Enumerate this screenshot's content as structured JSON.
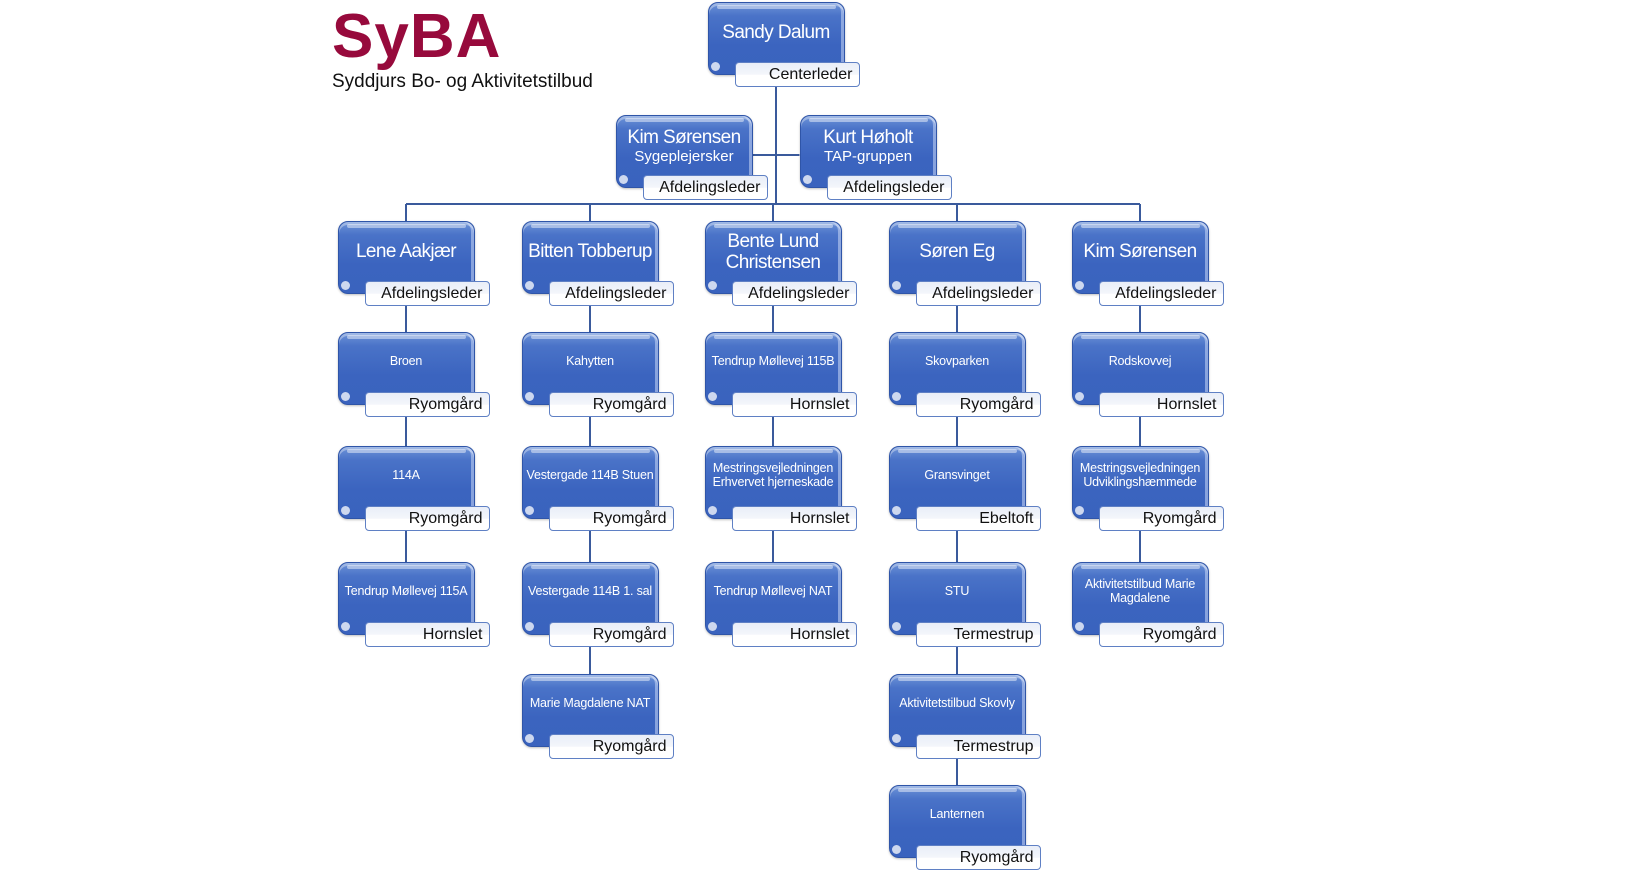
{
  "brand": {
    "title": "SyBA",
    "subtitle": "Syddjurs Bo- og Aktivitetstilbud",
    "color": "#970a3c"
  },
  "colors": {
    "node_fill": "#3b64bf",
    "connector": "#3a5a9c",
    "label_border": "#5f80c4"
  },
  "org": {
    "root": {
      "name": "Sandy Dalum",
      "role": "Centerleder"
    },
    "staff": [
      {
        "name": "Kim Sørensen",
        "sub": "Sygeplejersker",
        "role": "Afdelingsleder"
      },
      {
        "name": "Kurt Høholt",
        "sub": "TAP-gruppen",
        "role": "Afdelingsleder"
      }
    ],
    "departments": [
      {
        "name": "Lene Aakjær",
        "role": "Afdelingsleder",
        "units": [
          {
            "name": "Broen",
            "location": "Ryomgård"
          },
          {
            "name": "114A",
            "location": "Ryomgård"
          },
          {
            "name": "Tendrup Møllevej 115A",
            "location": "Hornslet"
          }
        ]
      },
      {
        "name": "Bitten Tobberup",
        "role": "Afdelingsleder",
        "units": [
          {
            "name": "Kahytten",
            "location": "Ryomgård"
          },
          {
            "name": "Vestergade 114B Stuen",
            "location": "Ryomgård"
          },
          {
            "name": "Vestergade 114B 1. sal",
            "location": "Ryomgård"
          },
          {
            "name": "Marie Magdalene NAT",
            "location": "Ryomgård"
          }
        ]
      },
      {
        "name": "Bente Lund Christensen",
        "role": "Afdelingsleder",
        "units": [
          {
            "name": "Tendrup Møllevej 115B",
            "location": "Hornslet"
          },
          {
            "name": "Mestringsvejledningen Erhvervet hjerneskade",
            "location": "Hornslet"
          },
          {
            "name": "Tendrup Møllevej NAT",
            "location": "Hornslet"
          }
        ]
      },
      {
        "name": "Søren Eg",
        "role": "Afdelingsleder",
        "units": [
          {
            "name": "Skovparken",
            "location": "Ryomgård"
          },
          {
            "name": "Gransvinget",
            "location": "Ebeltoft"
          },
          {
            "name": "STU",
            "location": "Termestrup"
          },
          {
            "name": "Aktivitetstilbud Skovly",
            "location": "Termestrup"
          },
          {
            "name": "Lanternen",
            "location": "Ryomgård"
          }
        ]
      },
      {
        "name": "Kim Sørensen",
        "role": "Afdelingsleder",
        "units": [
          {
            "name": "Rodskovvej",
            "location": "Hornslet"
          },
          {
            "name": "Mestringsvejledningen Udviklingshæmmede",
            "location": "Ryomgård"
          },
          {
            "name": "Aktivitetstilbud Marie Magdalene",
            "location": "Ryomgård"
          }
        ]
      }
    ]
  }
}
